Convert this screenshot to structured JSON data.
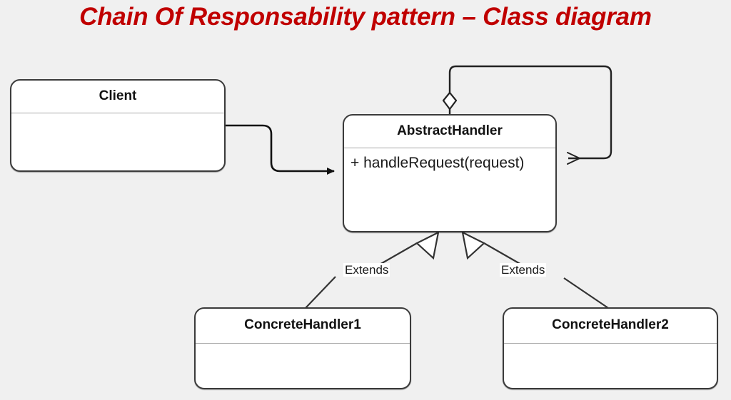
{
  "slide": {
    "title": "Chain Of Responsability pattern – Class diagram",
    "background_color": "#f0f0f0",
    "title_color": "#c00000"
  },
  "diagram": {
    "type": "uml-class-diagram",
    "classes": [
      {
        "id": "client",
        "name": "Client",
        "members": []
      },
      {
        "id": "abstracthandler",
        "name": "AbstractHandler",
        "members": [
          "+ handleRequest(request)"
        ]
      },
      {
        "id": "concretehandler1",
        "name": "ConcreteHandler1",
        "members": []
      },
      {
        "id": "concretehandler2",
        "name": "ConcreteHandler2",
        "members": []
      }
    ],
    "relationships": [
      {
        "id": "client-to-abstracthandler",
        "from": "client",
        "to": "abstracthandler",
        "kind": "association",
        "arrow": "filled-arrow",
        "label": ""
      },
      {
        "id": "abstracthandler-self-successor",
        "from": "abstracthandler",
        "to": "abstracthandler",
        "kind": "aggregation",
        "arrow": "open-arrow",
        "source_decoration": "hollow-diamond",
        "label": ""
      },
      {
        "id": "concretehandler1-extends",
        "from": "concretehandler1",
        "to": "abstracthandler",
        "kind": "generalization",
        "arrow": "hollow-triangle",
        "label": "Extends"
      },
      {
        "id": "concretehandler2-extends",
        "from": "concretehandler2",
        "to": "abstracthandler",
        "kind": "generalization",
        "arrow": "hollow-triangle",
        "label": "Extends"
      }
    ],
    "colors": {
      "class_fill": "#ffffff",
      "class_stroke": "#3b3b3b",
      "divider": "#a8a8a8",
      "edge_stroke": "#222222"
    }
  }
}
